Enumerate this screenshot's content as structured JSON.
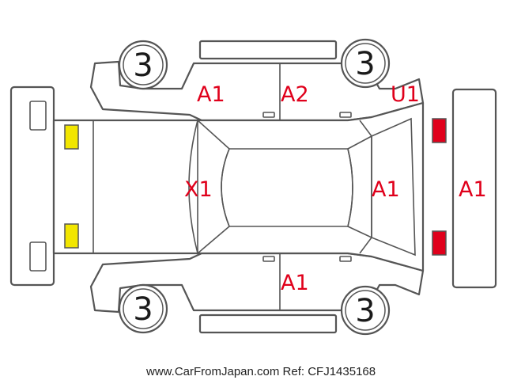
{
  "colors": {
    "outline": "#555555",
    "damage_text": "#e0001b",
    "front_lamp": "#f2e600",
    "rear_lamp": "#e0001b"
  },
  "wheels": {
    "front_left": "3",
    "rear_left": "3",
    "front_right": "3",
    "rear_right": "3"
  },
  "marks": {
    "left_front_door": "A1",
    "left_rear_door": "A2",
    "left_rear_quarter": "U1",
    "roof_windshield": "X1",
    "rear_window": "A1",
    "rear_bumper": "A1",
    "right_side": "A1"
  },
  "footer": {
    "watermark": "www.CarFromJapan.com Ref: CFJ1435168"
  }
}
